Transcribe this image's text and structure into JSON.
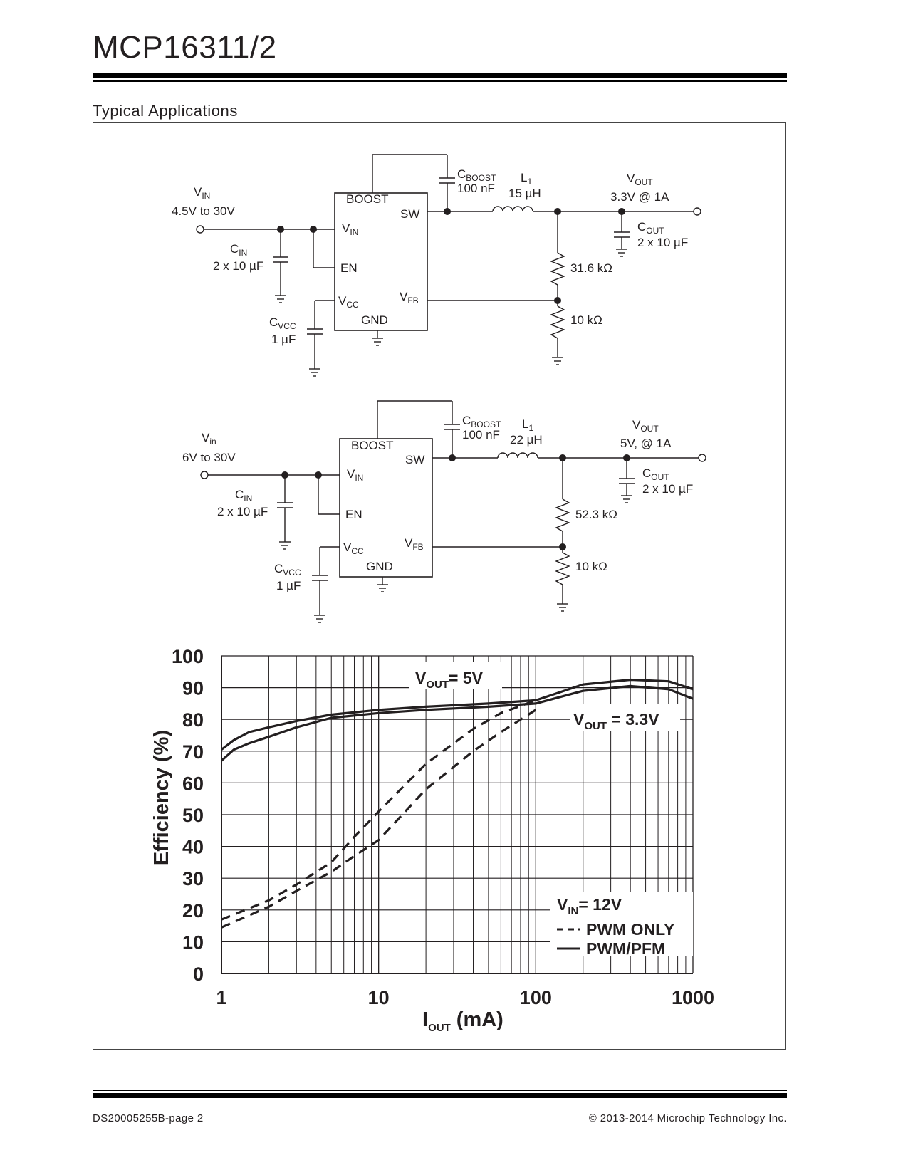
{
  "header": {
    "title": "MCP16311/2"
  },
  "section": {
    "title": "Typical Applications"
  },
  "circuit1": {
    "vin_label": "V",
    "vin_sub": "IN",
    "vin_range": "4.5V to 30V",
    "cin_label": "C",
    "cin_sub": "IN",
    "cin_value": "2 x 10 µF",
    "cvcc_label": "C",
    "cvcc_sub": "VCC",
    "cvcc_value": "1 µF",
    "pin_boost": "BOOST",
    "pin_sw": "SW",
    "pin_vin": "V",
    "pin_vin_sub": "IN",
    "pin_en": "EN",
    "pin_vcc": "V",
    "pin_vcc_sub": "CC",
    "pin_vfb": "V",
    "pin_vfb_sub": "FB",
    "pin_gnd": "GND",
    "cboost_label": "C",
    "cboost_sub": "BOOST",
    "cboost_value": "100 nF",
    "l1_label": "L",
    "l1_sub": "1",
    "l1_value": "15 µH",
    "vout_label": "V",
    "vout_sub": "OUT",
    "vout_value": "3.3V @ 1A",
    "cout_label": "C",
    "cout_sub": "OUT",
    "cout_value": "2 x 10 µF",
    "r_top": "31.6 kΩ",
    "r_bottom": "10 kΩ"
  },
  "circuit2": {
    "vin_label": "V",
    "vin_sub": "in",
    "vin_range": "6V to 30V",
    "cin_label": "C",
    "cin_sub": "IN",
    "cin_value": "2 x 10 µF",
    "cvcc_label": "C",
    "cvcc_sub": "VCC",
    "cvcc_value": "1 µF",
    "pin_boost": "BOOST",
    "pin_sw": "SW",
    "pin_vin": "V",
    "pin_vin_sub": "IN",
    "pin_en": "EN",
    "pin_vcc": "V",
    "pin_vcc_sub": "CC",
    "pin_vfb": "V",
    "pin_vfb_sub": "FB",
    "pin_gnd": "GND",
    "cboost_label": "C",
    "cboost_sub": "BOOST",
    "cboost_value": "100 nF",
    "l1_label": "L",
    "l1_sub": "1",
    "l1_value": "22 µH",
    "vout_label": "V",
    "vout_sub": "OUT",
    "vout_value": "5V, @ 1A",
    "cout_label": "C",
    "cout_sub": "OUT",
    "cout_value": "2 x 10 µF",
    "r_top": "52.3 kΩ",
    "r_bottom": "10 kΩ"
  },
  "chart_data": {
    "type": "line",
    "xlabel": "I",
    "xlabel_sub": "OUT",
    "xlabel_unit": " (mA)",
    "ylabel": "Efficiency (%)",
    "xscale": "log",
    "xlim": [
      1,
      1000
    ],
    "ylim": [
      0,
      100
    ],
    "x_ticks": [
      "1",
      "10",
      "100",
      "1000"
    ],
    "y_ticks": [
      "0",
      "10",
      "20",
      "30",
      "40",
      "50",
      "60",
      "70",
      "80",
      "90",
      "100"
    ],
    "grid": true,
    "annotations": {
      "v5": {
        "text": "V",
        "sub": "OUT",
        "rest": "= 5V"
      },
      "v33": {
        "text": "V",
        "sub": "OUT",
        "rest": " = 3.3V"
      }
    },
    "legend": {
      "title": "V",
      "title_sub": "IN",
      "title_rest": "= 12V",
      "items": [
        "PWM ONLY",
        "PWM/PFM"
      ]
    },
    "series": [
      {
        "style": "solid",
        "x": [
          1,
          1.2,
          1.5,
          2,
          3,
          5,
          10,
          20,
          50,
          100,
          200,
          400,
          700,
          1000
        ],
        "y": [
          70.5,
          73.5,
          76,
          77.5,
          79.5,
          81.5,
          83,
          84,
          85,
          86,
          91,
          92.5,
          92,
          89.5
        ]
      },
      {
        "style": "solid",
        "x": [
          1,
          1.2,
          1.5,
          2,
          3,
          5,
          10,
          20,
          50,
          100,
          200,
          400,
          700,
          1000
        ],
        "y": [
          67,
          70.5,
          72.5,
          74.5,
          77.5,
          80.5,
          82,
          83,
          84,
          85,
          89,
          90.5,
          89.5,
          86.5
        ]
      },
      {
        "style": "dashed",
        "x": [
          1,
          2,
          3,
          5,
          7,
          10,
          20,
          40,
          60,
          100
        ],
        "y": [
          17,
          23,
          28,
          35,
          43,
          51,
          66,
          77,
          82,
          86
        ]
      },
      {
        "style": "dashed",
        "x": [
          1,
          2,
          3,
          5,
          7,
          10,
          20,
          40,
          60,
          100
        ],
        "y": [
          14.5,
          21,
          26,
          32,
          37,
          42,
          58,
          70,
          76,
          83
        ]
      }
    ]
  },
  "footer": {
    "left": "DS20005255B-page 2",
    "right": "© 2013-2014 Microchip Technology Inc."
  }
}
